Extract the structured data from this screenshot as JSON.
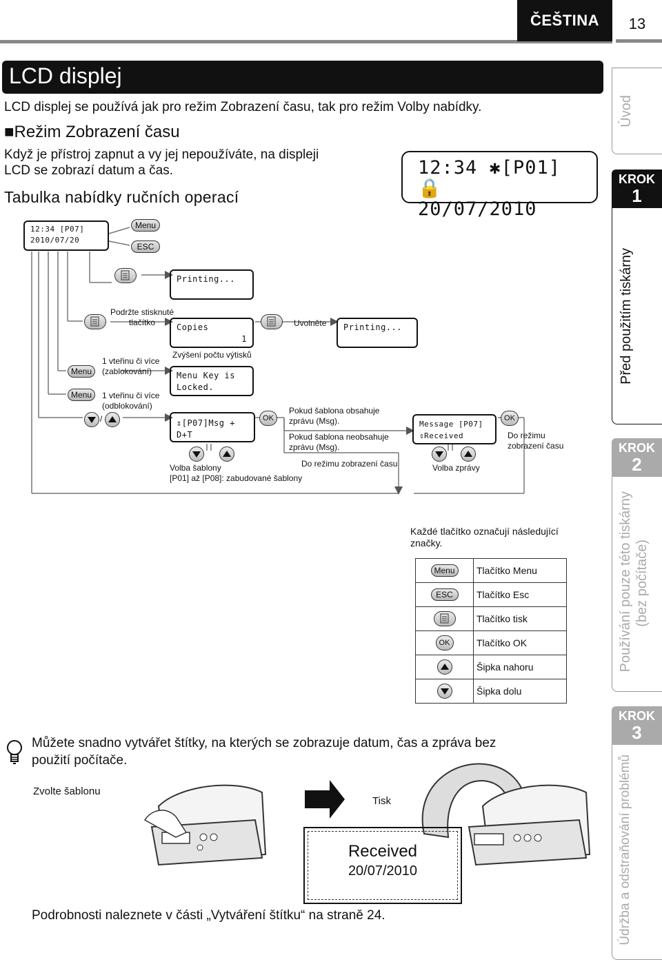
{
  "header": {
    "language": "ČEŠTINA",
    "page_number": "13"
  },
  "title": "LCD displej",
  "intro": "LCD displej se používá jak pro režim Zobrazení času, tak pro režim Volby nabídky.",
  "section": {
    "bullet": "■",
    "heading": "Režim Zobrazení času",
    "body_line1": "Když je přístroj zapnut a vy jej nepoužíváte, na displeji",
    "body_line2": "LCD se zobrazí datum a čas.",
    "table_heading": "Tabulka nabídky ručních operací"
  },
  "lcd_big": {
    "line1": "12:34   ✱[P01]🔒",
    "line2": "20/07/2010"
  },
  "diagram": {
    "lcd_home": {
      "line1": "12:34   [P07]",
      "line2": "2010/07/20"
    },
    "btn_menu": "Menu",
    "btn_esc": "ESC",
    "btn_ok": "OK",
    "lcd_printing": "Printing...",
    "hold_label_line1": "Podržte stisknuté",
    "hold_label_line2": "tlačítko",
    "lcd_copies": {
      "line1": "Copies",
      "line2": "1"
    },
    "release_label": "Uvolněte",
    "lcd_printing2": "Printing...",
    "increase_copies": "Zvýšení počtu výtisků",
    "lock_label_line1": "1 vteřinu či více",
    "lock_label_line2": "(zablokování)",
    "lcd_locked": {
      "line1": "Menu Key is",
      "line2": "Locked."
    },
    "unlock_label_line1": "1 vteřinu či více",
    "unlock_label_line2": "(odblokování)",
    "slash": "/",
    "lcd_template": "⇕[P07]Msg + D+T",
    "if_contains_line1": "Pokud šablona obsahuje",
    "if_contains_line2": "zprávu (Msg).",
    "if_not_line1": "Pokud šablona neobsahuje",
    "if_not_line2": "zprávu (Msg).",
    "to_time_mode": "Do režimu zobrazení času",
    "template_select_line1": "Volba šablony",
    "template_select_line2": "[P01] až [P08]: zabudované šablony",
    "lcd_message": {
      "line1": "Message  [P07]",
      "line2": "⇕Received"
    },
    "to_time_mode2_line1": "Do režimu",
    "to_time_mode2_line2": "zobrazení času",
    "message_select": "Volba zprávy"
  },
  "legend": {
    "intro_line1": "Každé tlačítko označují následující",
    "intro_line2": "značky.",
    "rows": [
      {
        "icon": "Menu",
        "label": "Tlačítko Menu"
      },
      {
        "icon": "ESC",
        "label": "Tlačítko Esc"
      },
      {
        "icon": "print-icon",
        "label": "Tlačítko tisk"
      },
      {
        "icon": "OK",
        "label": "Tlačítko OK"
      },
      {
        "icon": "up-arrow-icon",
        "label": "Šipka nahoru"
      },
      {
        "icon": "down-arrow-icon",
        "label": "Šipka dolu"
      }
    ]
  },
  "tip": {
    "line1": "Můžete snadno vytvářet štítky, na kterých se zobrazuje datum, čas a zpráva bez",
    "line2": "použití počítače.",
    "select_template": "Zvolte šablonu",
    "print": "Tisk",
    "label_line1": "Received",
    "label_line2": "20/07/2010",
    "reference": "Podrobnosti naleznete v části „Vytváření štítku“ na straně 24."
  },
  "sidebar": {
    "intro": "Úvod",
    "krok_word": "KROK",
    "steps": [
      {
        "number": "1",
        "title": "Před použitím tiskárny"
      },
      {
        "number": "2",
        "title_line1": "Používání pouze této tiskárny",
        "title_line2": "(bez počítače)"
      },
      {
        "number": "3",
        "title": "Údržba a odstraňování problémů"
      }
    ]
  }
}
